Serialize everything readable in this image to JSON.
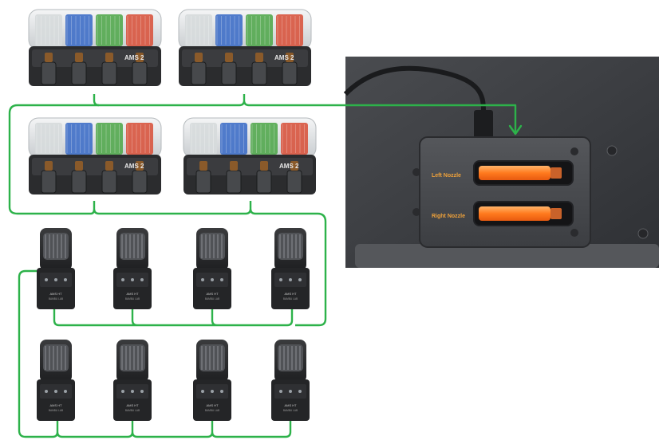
{
  "ams_units": {
    "label": "AMS 2",
    "spool_colors": [
      "#d6dadb",
      "#3f6fc8",
      "#53a84f",
      "#d8553f"
    ]
  },
  "ht_units": {
    "label_line1": "AMS HT",
    "label_line2": "BAMBU LAB"
  },
  "printer_panel": {
    "left_nozzle_label": "Left Nozzle",
    "right_nozzle_label": "Right Nozzle"
  },
  "colors": {
    "connection_line": "#2db24a",
    "nozzle_label": "#f0a23a",
    "nozzle_glow": "#ff8a2a",
    "panel_bg": "#3a3c40",
    "unit_body": "#2b2c2e"
  }
}
